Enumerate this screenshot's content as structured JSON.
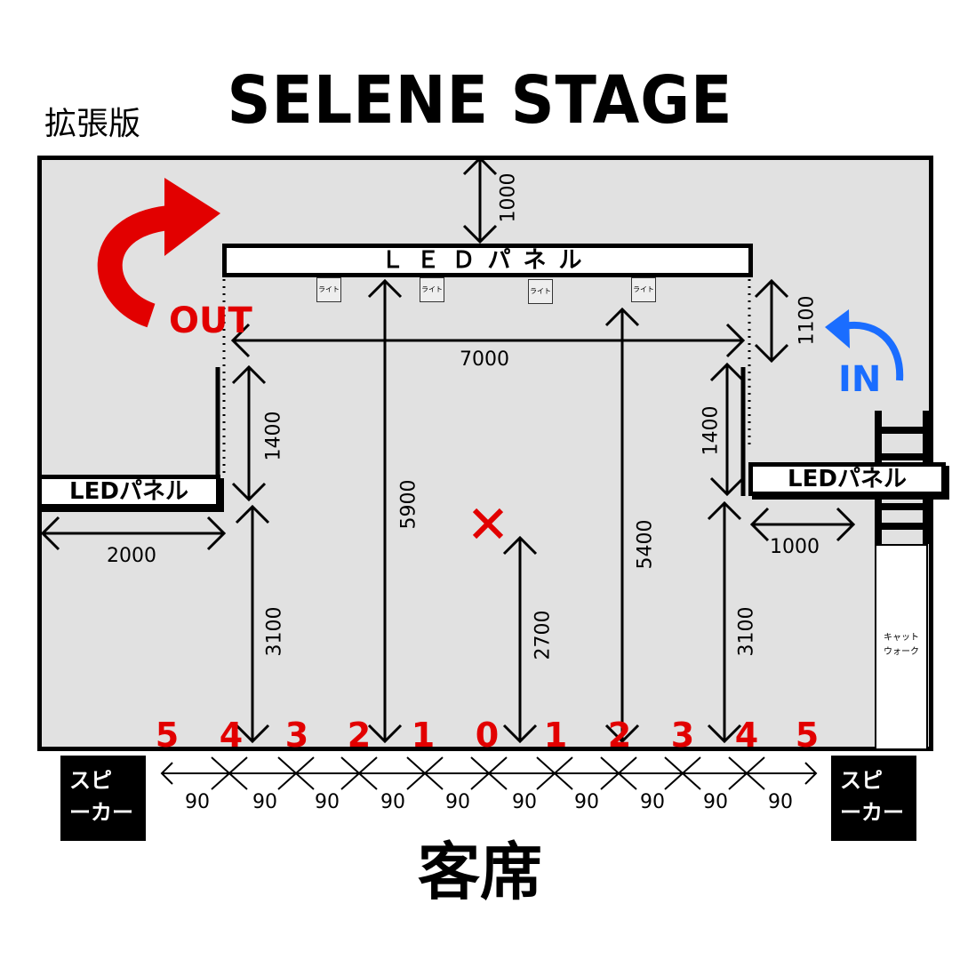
{
  "header": {
    "title": "SELENE STAGE",
    "edition": "拡張版"
  },
  "audience_label": "客席",
  "led_panels": {
    "top": "ＬＥＤパネル",
    "left": "LEDパネル",
    "right": "LEDパネル"
  },
  "lights": [
    "ライト",
    "ライト",
    "ライト",
    "ライト"
  ],
  "catwalk": [
    "キャット",
    "ウォーク"
  ],
  "speaker_label": [
    "スピ",
    "ーカー"
  ],
  "flow": {
    "out": "OUT",
    "in": "IN"
  },
  "dimensions": {
    "top_gap": "1000",
    "right_panel_gap": "1100",
    "panel_width": "7000",
    "left_side_height": "1400",
    "right_side_height": "1400",
    "left_offset": "2000",
    "right_offset": "1000",
    "center_left_depth": "5900",
    "center_right_depth": "5400",
    "center_mark_depth": "2700",
    "left_front_depth": "3100",
    "right_front_depth": "3100"
  },
  "positions": [
    "5",
    "4",
    "3",
    "2",
    "1",
    "0",
    "1",
    "2",
    "3",
    "4",
    "5"
  ],
  "spacing": [
    "90",
    "90",
    "90",
    "90",
    "90",
    "90",
    "90",
    "90",
    "90",
    "90"
  ],
  "colors": {
    "out": "#e20000",
    "in": "#1a6dff",
    "stage": "#e1e1e1",
    "center_mark": "#e20000"
  }
}
